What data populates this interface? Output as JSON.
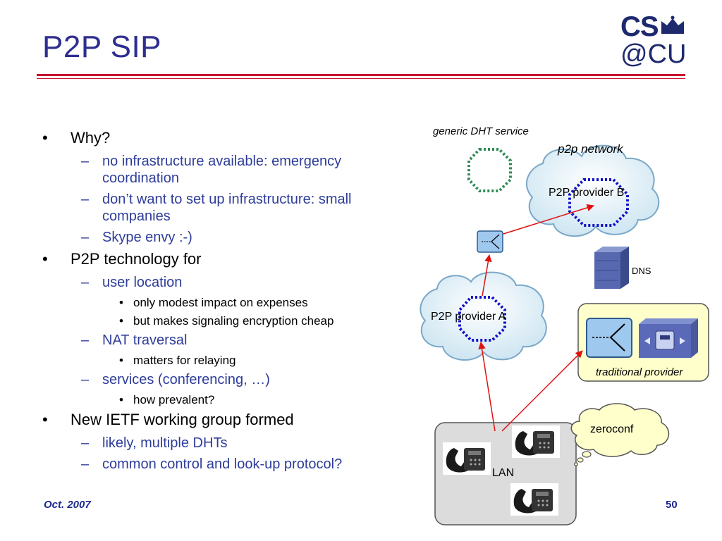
{
  "slide": {
    "title": "P2P SIP",
    "logo_line1": "CS",
    "logo_line2": "@CU",
    "footer_date": "Oct. 2007",
    "page_number": "50"
  },
  "bullets": [
    {
      "level": 1,
      "text": "Why?"
    },
    {
      "level": 2,
      "text": "no infrastructure available: emergency coordination"
    },
    {
      "level": 2,
      "text": "don’t want to set up infrastructure: small companies"
    },
    {
      "level": 2,
      "text": "Skype envy :-)"
    },
    {
      "level": 1,
      "text": "P2P technology for"
    },
    {
      "level": 2,
      "text": "user location"
    },
    {
      "level": 3,
      "text": "only modest impact on expenses"
    },
    {
      "level": 3,
      "text": "but makes signaling encryption cheap"
    },
    {
      "level": 2,
      "text": "NAT traversal"
    },
    {
      "level": 3,
      "text": "matters for relaying"
    },
    {
      "level": 2,
      "text": "services (conferencing, …)"
    },
    {
      "level": 3,
      "text": "how prevalent?"
    },
    {
      "level": 1,
      "text": "New IETF working group formed"
    },
    {
      "level": 2,
      "text": "likely, multiple DHTs"
    },
    {
      "level": 2,
      "text": "common control and look-up protocol?"
    }
  ],
  "diagram": {
    "generic_dht": "generic DHT service",
    "p2p_network": "p2p network",
    "provider_b": "P2P provider B",
    "provider_a": "P2P provider A",
    "dns": "DNS",
    "traditional": "traditional provider",
    "zeroconf": "zeroconf",
    "lan": "LAN"
  },
  "colors": {
    "title": "#2e2e8f",
    "sub_bullet": "#2e3d9a",
    "rule": "#c8142f",
    "arrow": "#e01010",
    "dht_green": "#2e8b57",
    "dht_blue": "#1010c8"
  }
}
